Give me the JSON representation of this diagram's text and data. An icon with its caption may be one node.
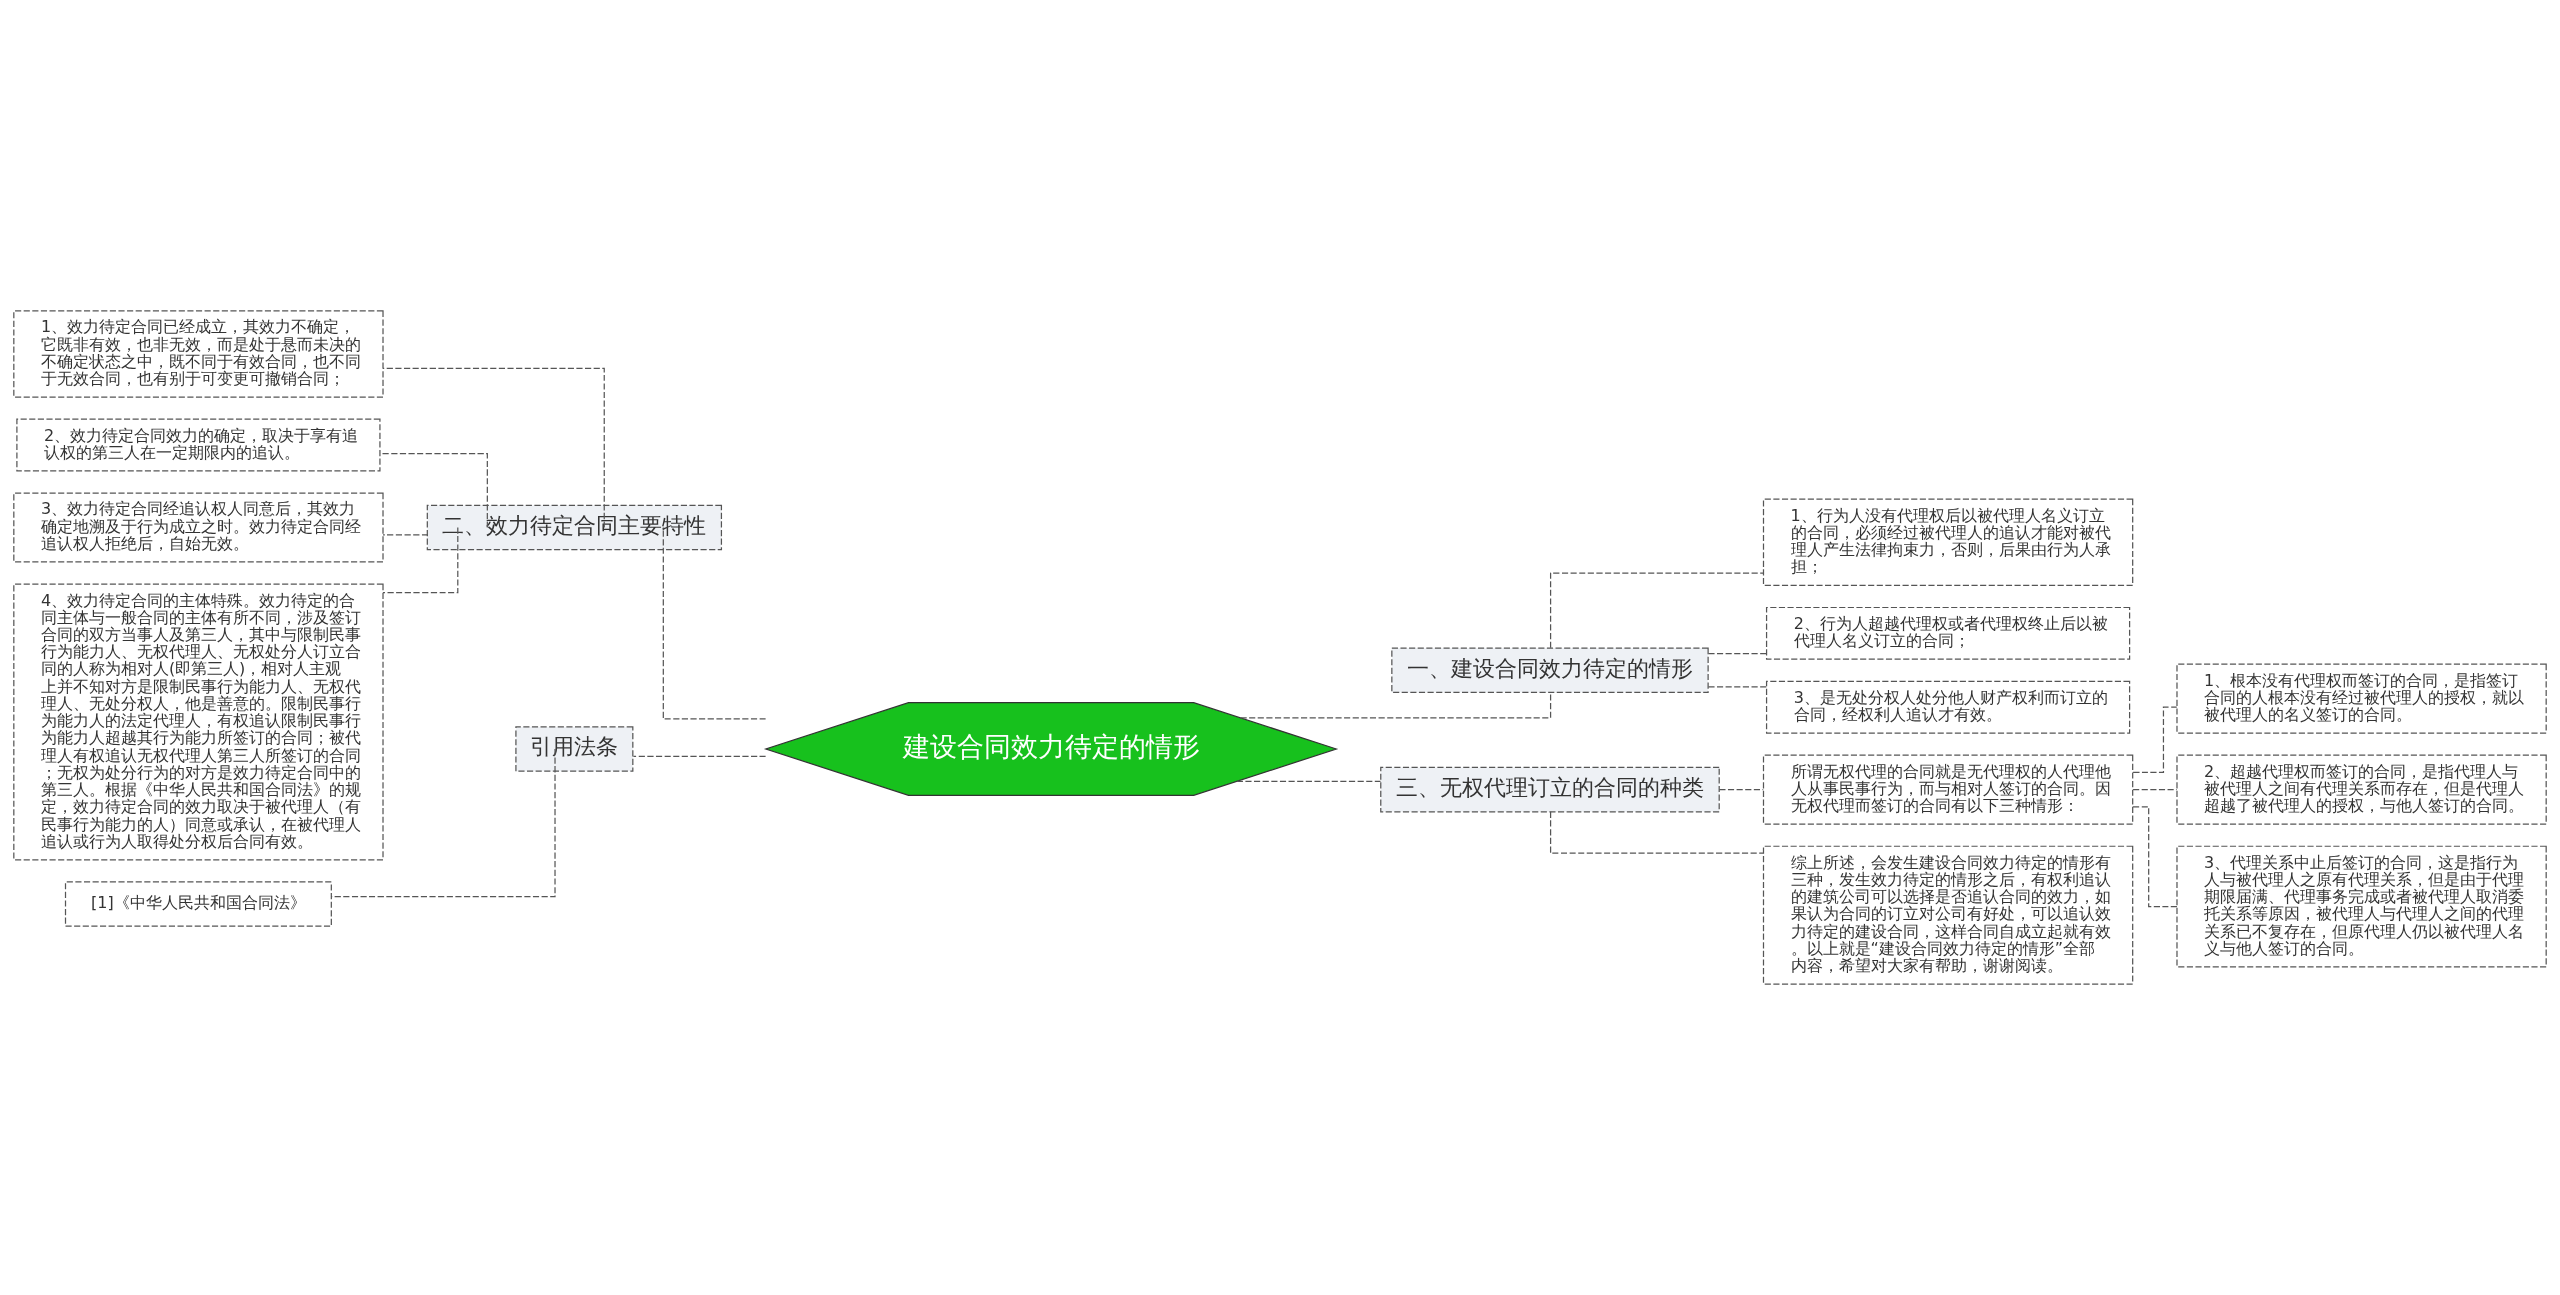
{
  "diagram": {
    "nodes": [
      {
        "text": [
          "建设合同效力待定的情形"
        ]
      },
      {
        "text": [
          "一、建设合同效力待定的情形"
        ]
      },
      {
        "text": [
          "1、行为人没有代理权后以被代理人名义订立的合同，必须经过被代理人的追认才能对被代理人产生法律拘束力，否则，后果由行为人承担；"
        ]
      },
      {
        "text": [
          "2、行为人超越代理权或者代理权终止后以被代理人名义订立的合同；"
        ]
      },
      {
        "text": [
          "3、是无处分权人处分他人财产权利而订立的合同，经权利人追认才有效。"
        ]
      },
      {
        "text": [
          "三、无权代理订立的合同的种类"
        ]
      },
      {
        "text": [
          "所谓无权代理的合同就是无代理权的人代理他人从事民事行为，而与相对人签订的合同。因无权代理而签订的合同有以下三种情形："
        ]
      },
      {
        "text": [
          "1、根本没有代理权而签订的合同，是指签订合同的人根本没有经过被代理人的授权，就以被代理人的名义签订的合同。"
        ]
      },
      {
        "text": [
          "2、超越代理权而签订的合同，是指代理人与被代理人之间有代理关系而存在，但是代理人超越了被代理人的授权，与他人签订的合同。"
        ]
      },
      {
        "text": [
          "3、代理关系中止后签订的合同，这是指行为人与被代理人之原有代理关系，但是由于代理期限届满、代理事务完成或者被代理人取消委托关系等原因，被代理人与代理人之间的代理关系已不复存在，但原代理人仍以被代理人名义与他人签订的合同。"
        ]
      },
      {
        "text": [
          "综上所述，会发生建设合同效力待定的情形有三种，发生效力待定的情形之后，有权利追认的建筑公司可以选择是否追认合同的效力，如果认为合同的订立对公司有好处，可以追认效力待定的建设合同，这样合同自成立起就有效。以上就是“建设合同效力待定的情形”全部内容，希望对大家有帮助，谢谢阅读。"
        ]
      },
      {
        "text": [
          "二、效力待定合同主要特性"
        ]
      },
      {
        "text": [
          "1、效力待定合同已经成立，其效力不确定，它既非有效，也非无效，而是处于悬而未决的不确定状态之中，既不同于有效合同，也不同于无效合同，也有别于可变更可撤销合同；"
        ]
      },
      {
        "text": [
          "2、效力待定合同效力的确定，取决于享有追认权的第三人在一定期限内的追认。"
        ]
      },
      {
        "text": [
          "3、效力待定合同经追认权人同意后，其效力确定地溯及于行为成立之时。效力待定合同经追认权人拒绝后，自始无效。"
        ]
      },
      {
        "text": [
          "4、效力待定合同的主体特殊。效力待定的合同主体与一般合同的主体有所不同，涉及签订合同的双方当事人及第三人，其中与限制民事行为能力人、无权代理人、无权处分人订立合同的人称为相对人(即第三人)，相对人主观上并不知对方是限制民事行为能力人、无权代理人、无处分权人，他是善意的。限制民事行为能力人的法定代理人，有权追认限制民事行为能力人超越其行为能力所签订的合同；被代理人有权追认无权代理人第三人所签订的合同；无权为处分行为的对方是效力待定合同中的第三人。根据《中华人民共和国合同法》的规定，效力待定合同的效力取决于被代理人（有民事行为能力的人）同意或承认，在被代理人追认或行为人取得处分权后合同有效。"
        ]
      },
      {
        "text": [
          "引用法条"
        ]
      },
      {
        "text": [
          "[1]《中华人民共和国合同法》"
        ]
      }
    ],
    "edges": [
      {
        "from": 0,
        "to": 1,
        "arrow": "none",
        "style": "dashed"
      },
      {
        "from": 1,
        "to": 2,
        "arrow": "none",
        "style": "dashed"
      },
      {
        "from": 1,
        "to": 3,
        "arrow": "none",
        "style": "dashed"
      },
      {
        "from": 1,
        "to": 4,
        "arrow": "none",
        "style": "dashed"
      },
      {
        "from": 0,
        "to": 5,
        "arrow": "none",
        "style": "dashed"
      },
      {
        "from": 5,
        "to": 6,
        "arrow": "none",
        "style": "dashed"
      },
      {
        "from": 6,
        "to": 7,
        "arrow": "none",
        "style": "dashed"
      },
      {
        "from": 6,
        "to": 8,
        "arrow": "none",
        "style": "dashed"
      },
      {
        "from": 6,
        "to": 9,
        "arrow": "none",
        "style": "dashed"
      },
      {
        "from": 5,
        "to": 10,
        "arrow": "none",
        "style": "dashed"
      },
      {
        "from": 0,
        "to": 11,
        "arrow": "none",
        "style": "dashed"
      },
      {
        "from": 11,
        "to": 12,
        "arrow": "none",
        "style": "dashed"
      },
      {
        "from": 11,
        "to": 13,
        "arrow": "none",
        "style": "dashed"
      },
      {
        "from": 11,
        "to": 14,
        "arrow": "none",
        "style": "dashed"
      },
      {
        "from": 11,
        "to": 15,
        "arrow": "none",
        "style": "dashed"
      },
      {
        "from": 0,
        "to": 16,
        "arrow": "none",
        "style": "dashed"
      },
      {
        "from": 16,
        "to": 17,
        "arrow": "none",
        "style": "dashed"
      }
    ]
  }
}
